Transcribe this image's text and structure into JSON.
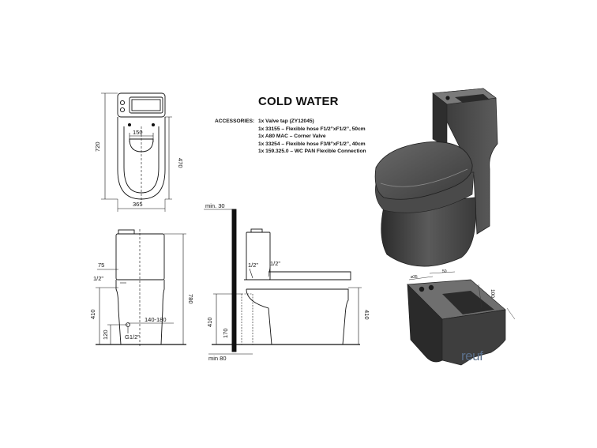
{
  "title": "COLD WATER",
  "accessories": {
    "label": "ACCESSORIES:",
    "items": [
      "1x Valve tap (ZY12045)",
      "1x 33155 – Flexible hose F1/2”xF1/2”, 50cm",
      "1x A80 MAC – Corner Valve",
      "1x 33254 – Flexible hose F3/8”xF1/2”, 40cm",
      "1x 159.325.0 – WC PAN Flexible Connection"
    ]
  },
  "dims": {
    "top_view_depth": "720",
    "top_view_cistern_depth": "470",
    "top_view_hole_spacing": "150",
    "top_view_width": "365",
    "front_height": "780",
    "front_75": "75",
    "front_half_inch": "1/2”",
    "front_410": "410",
    "front_120": "120",
    "front_140_180": "140-180",
    "front_g12": "G1/2”",
    "side_min30": "min. 30",
    "side_half_a": "1/2”",
    "side_half_b": "1/2”",
    "side_410_left": "410",
    "side_170": "170",
    "side_min80": "min 80",
    "side_410_right": "410",
    "detail_100": "100",
    "detail_small_a": "ø35",
    "detail_small_b": "50"
  },
  "brand": "reuf"
}
